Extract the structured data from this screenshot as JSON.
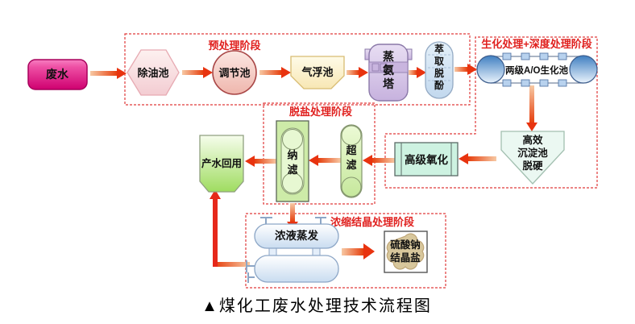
{
  "caption": "▲煤化工废水处理技术流程图",
  "stages": {
    "pretreatment": "预处理阶段",
    "biochemical": "生化处理+深度处理阶段",
    "desalination": "脱盐处理阶段",
    "crystallization": "浓缩结晶处理阶段"
  },
  "nodes": {
    "wastewater": "废水",
    "oil_removal": "除油池",
    "regulation": "调节池",
    "flotation": "气浮池",
    "ammonia_tower_lines": [
      "蒸",
      "氨",
      "塔"
    ],
    "extraction_lines": [
      "萃",
      "取",
      "脱",
      "酚"
    ],
    "ao_pool": "两级A/O生化池",
    "sedimentation_lines": [
      "高效",
      "沉淀池",
      "脱硬"
    ],
    "oxidation": "高级氧化",
    "ultrafiltration_lines": [
      "超",
      "滤"
    ],
    "nanofiltration_lines": [
      "纳",
      "滤"
    ],
    "water_reuse": "产水回用",
    "evaporation": "浓液蒸发",
    "salt_lines": [
      "硫酸钠",
      "结晶盐"
    ]
  },
  "flow": [
    {
      "from": "废水",
      "to": "除油池"
    },
    {
      "from": "除油池",
      "to": "调节池"
    },
    {
      "from": "调节池",
      "to": "气浮池"
    },
    {
      "from": "气浮池",
      "to": "蒸氨塔"
    },
    {
      "from": "蒸氨塔",
      "to": "萃取脱酚"
    },
    {
      "from": "萃取脱酚",
      "to": "两级A/O生化池"
    },
    {
      "from": "两级A/O生化池",
      "to": "高效沉淀池脱硬"
    },
    {
      "from": "高效沉淀池脱硬",
      "to": "高级氧化"
    },
    {
      "from": "高级氧化",
      "to": "超滤"
    },
    {
      "from": "超滤",
      "to": "纳滤"
    },
    {
      "from": "纳滤",
      "to": "产水回用"
    },
    {
      "from": "纳滤",
      "to": "浓液蒸发"
    },
    {
      "from": "浓液蒸发",
      "to": "产水回用"
    },
    {
      "from": "浓液蒸发",
      "to": "硫酸钠结晶盐"
    }
  ],
  "colors": {
    "stage_label_red": "#e0201e",
    "dashed_border_red": "#e03a3a",
    "arrow_red": "#e8330f",
    "arrow_tail": "#f7c9a4",
    "wastewater_magenta": "#d4006e",
    "ao_blue": "#4a86c8",
    "oxidation_mint": "#cdf2e1",
    "filter_green": "#cdeba8",
    "reuse_green": "#9fdc60",
    "salt_cloud_tan": "#d8c79c"
  }
}
